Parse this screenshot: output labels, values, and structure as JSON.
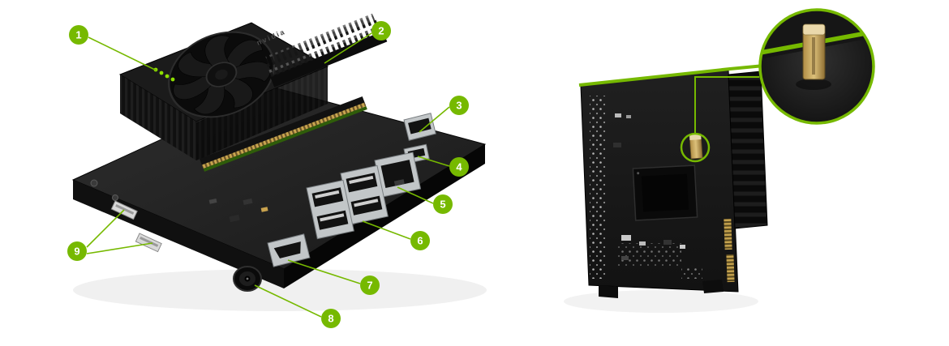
{
  "colors": {
    "accent_green": "#76b900",
    "badge_text": "#ffffff",
    "board_dark": "#1c1c1c",
    "background": "#ffffff"
  },
  "left_figure": {
    "description": "developer kit board with numbered callouts",
    "brand_label": "nvidia",
    "callouts": [
      {
        "label": "1"
      },
      {
        "label": "2"
      },
      {
        "label": "3"
      },
      {
        "label": "4"
      },
      {
        "label": "5"
      },
      {
        "label": "6"
      },
      {
        "label": "7"
      },
      {
        "label": "8"
      },
      {
        "label": "9"
      }
    ]
  },
  "right_figure": {
    "description": "compute module with magnified connector detail inset"
  }
}
